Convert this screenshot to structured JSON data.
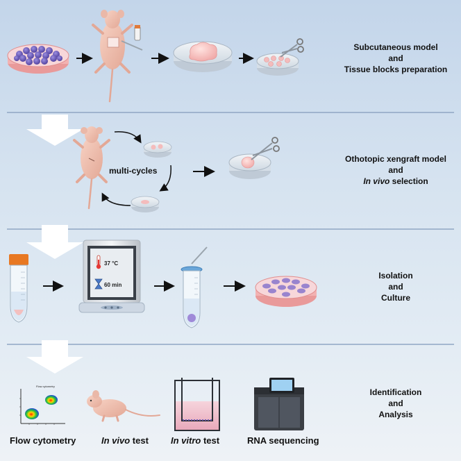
{
  "stages": [
    {
      "line1": "Subcutaneous model",
      "line2": "and",
      "line3": "Tissue blocks preparation"
    },
    {
      "line1": "Othotopic xengraft model",
      "line2": "and",
      "line3_italic": "In vivo",
      "line3_rest": " selection"
    },
    {
      "line1": "Isolation",
      "line2": "and",
      "line3": "Culture"
    },
    {
      "line1": "Identification",
      "line2": "and",
      "line3": "Analysis"
    }
  ],
  "cycle_label": "multi-cycles",
  "incubator": {
    "temperature": "37 °C",
    "time": "60 min"
  },
  "flow_plot_title": "Flow cytometry",
  "bottom_labels": {
    "flow": "Flow cytometry",
    "invivo_italic": "In vivo",
    "invivo_rest": " test",
    "invitro_italic": "In vitro",
    "invitro_rest": " test",
    "rna": "RNA sequencing"
  },
  "colors": {
    "background_top": "#c3d5ea",
    "divider": "#8fa6c4",
    "cells_purple": "#6b5bb8",
    "tissue_pink": "#f4bfbf",
    "dish_rim": "#e99a9a",
    "down_arrow": "#ffffff"
  }
}
